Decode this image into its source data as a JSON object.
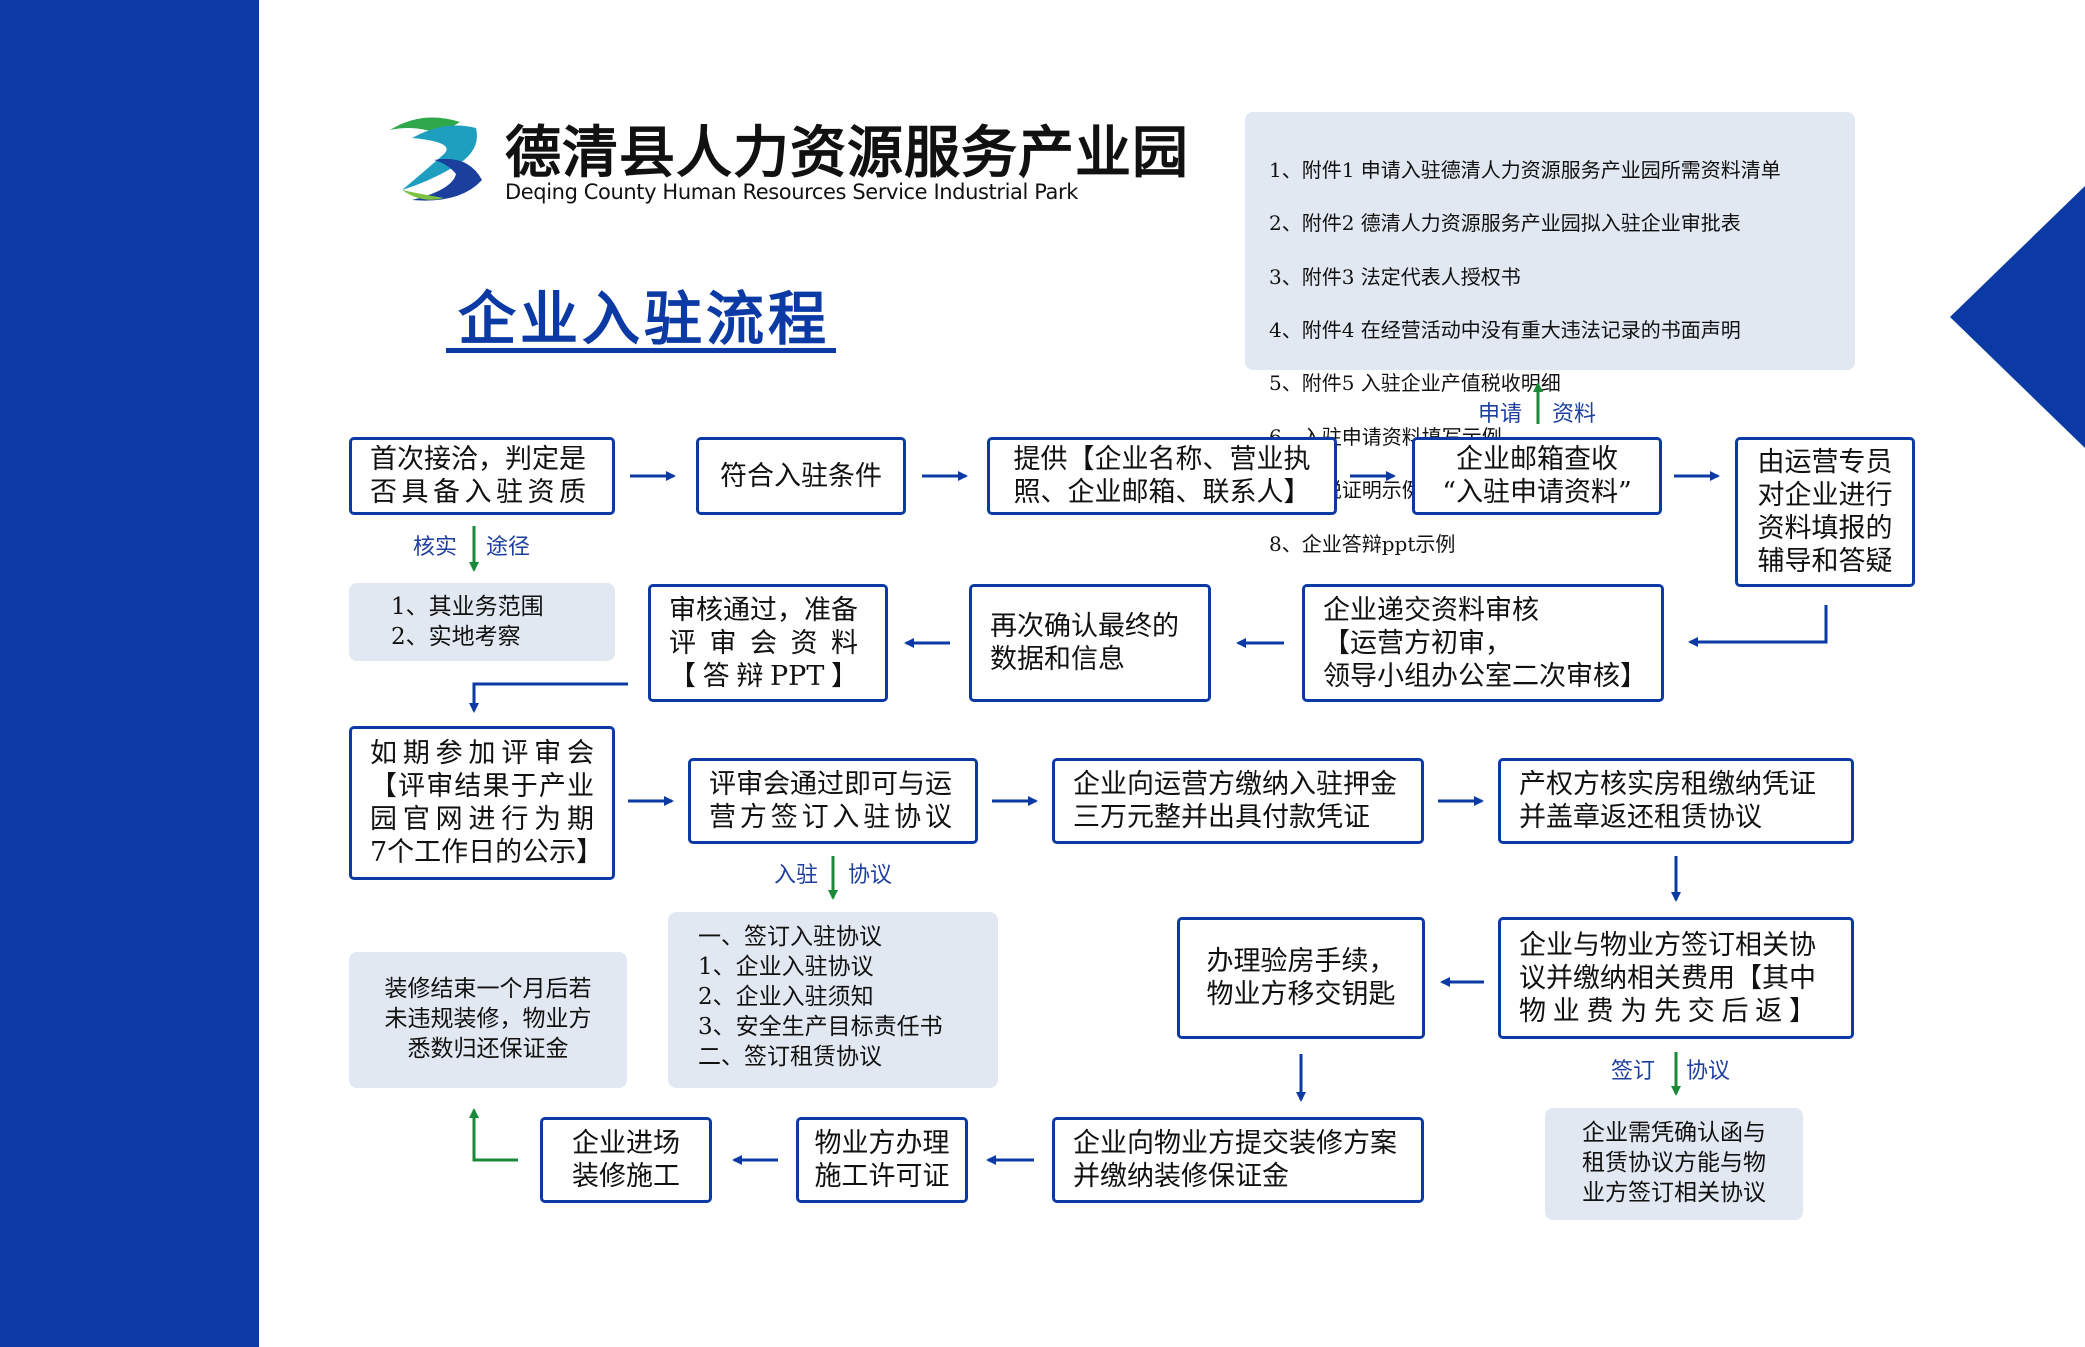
{
  "header": {
    "logo_title": "德清县人力资源服务产业园",
    "logo_subtitle": "Deqing County Human Resources Service Industrial Park"
  },
  "page_title": "企业入驻流程",
  "attachments": [
    "1、附件1  申请入驻德清人力资源服务产业园所需资料清单",
    "2、附件2  德清人力资源服务产业园拟入驻企业审批表",
    "3、附件3  法定代表人授权书",
    "4、附件4  在经营活动中没有重大违法记录的书面声明",
    "5、附件5  入驻企业产值税收明细",
    "6、入驻申请资料填写示例",
    "7、完税证明示例",
    "8、企业答辩ppt示例"
  ],
  "steps": {
    "first_contact": "首次接洽，判定是\n否具备入驻资质",
    "meets_conditions": "符合入驻条件",
    "provide_info": "提供【企业名称、营业执\n照、企业邮箱、联系人】",
    "email_check": "企业邮箱查收\n“入驻申请资料”",
    "specialist_guide": "由运营专员\n对企业进行\n资料填报的\n辅导和答疑",
    "submit_review": "企业递交资料审核\n【运营方初审，\n领导小组办公室二次审核】",
    "reconfirm": "再次确认最终的\n数据和信息",
    "review_pass": "审核通过，准备\n评审会资料\n【答辩PPT】",
    "attend_review": "如期参加评审会\n【评审结果于产业\n园官网进行为期\n7个工作日的公示】",
    "sign_agreement": "评审会通过即可与运\n营方签订入驻协议",
    "pay_deposit": "企业向运营方缴纳入驻押金\n三万元整并出具付款凭证",
    "property_verify": "产权方核实房租缴纳凭证\n并盖章返还租赁协议",
    "sign_property": "企业与物业方签订相关协\n议并缴纳相关费用【其中\n物业费为先交后返】",
    "inspection": "办理验房手续，\n物业方移交钥匙",
    "renovation_plan": "企业向物业方提交装修方案\n并缴纳装修保证金",
    "construction_permit": "物业方办理\n施工许可证",
    "enter_site": "企业进场\n装修施工"
  },
  "notes": {
    "verify_ways": "1、其业务范围\n2、实地考察",
    "agreement_list": "一、签订入驻协议\n1、企业入驻协议\n2、企业入驻须知\n3、安全生产目标责任书\n二、签订租赁协议",
    "property_note": "企业需凭确认函与\n租赁协议方能与物\n业方签订相关协议",
    "deposit_refund": "装修结束一个月后若\n未违规装修，物业方\n悉数归还保证金"
  },
  "labels": {
    "apply_left": "申请",
    "apply_right": "资料",
    "verify_left": "核实",
    "verify_right": "途径",
    "settle_left": "入驻",
    "settle_right": "协议",
    "sign_left": "签订",
    "sign_right": "协议"
  },
  "colors": {
    "brand_blue": "#0b3aa4",
    "note_bg": "#e2e8f1",
    "green_arrow": "#1a8a3a"
  }
}
